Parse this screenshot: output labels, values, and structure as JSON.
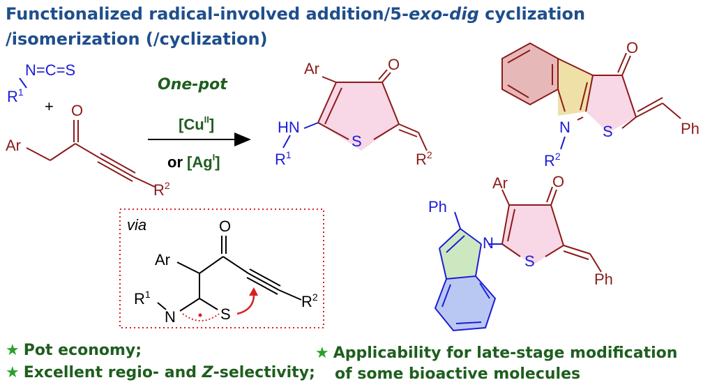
{
  "title": {
    "line1_a": "Functionalized radical-involved addition/5-",
    "line1_b": "exo-dig",
    "line1_c": " cyclization",
    "line2": "/isomerization (/cyclization)"
  },
  "reagents": {
    "isothiocyanate": "N=C=S",
    "r1": "R",
    "r1_sup": "1",
    "plus": "+",
    "ketone_o": "O",
    "ar": "Ar",
    "r2": "R",
    "r2_sup": "2"
  },
  "conditions": {
    "one_pot": "One-pot",
    "cu": "[Cu",
    "cu_sup": "II",
    "cu_end": "]",
    "or": "or",
    "ag": "[Ag",
    "ag_sup": "I",
    "ag_end": "]"
  },
  "product": {
    "ar": "Ar",
    "o": "O",
    "hn": "HN",
    "s": "S",
    "r1": "R",
    "r1_sup": "1",
    "r2": "R",
    "r2_sup": "2"
  },
  "example1": {
    "o": "O",
    "n": "N",
    "s": "S",
    "ph": "Ph",
    "r2": "R",
    "r2_sup": "2"
  },
  "example2": {
    "ph_top": "Ph",
    "ar": "Ar",
    "o": "O",
    "n": "N",
    "s": "S",
    "ph": "Ph"
  },
  "intermediate": {
    "via": "via",
    "o": "O",
    "ar": "Ar",
    "r1": "R",
    "r1_sup": "1",
    "n": "N",
    "s": "S",
    "r2": "R",
    "r2_sup": "2"
  },
  "bullets": [
    "Pot economy;",
    "Excellent regio- and ",
    "Applicability for late-stage modification",
    "of some bioactive molecules"
  ],
  "bullet2_italic": "Z",
  "bullet2_end": "-selectivity;",
  "colors": {
    "title": "#1f4e8c",
    "ring": "#8b1a1a",
    "blue": "#1c1cd6",
    "green": "#1e5e1e",
    "red": "#d62020"
  }
}
